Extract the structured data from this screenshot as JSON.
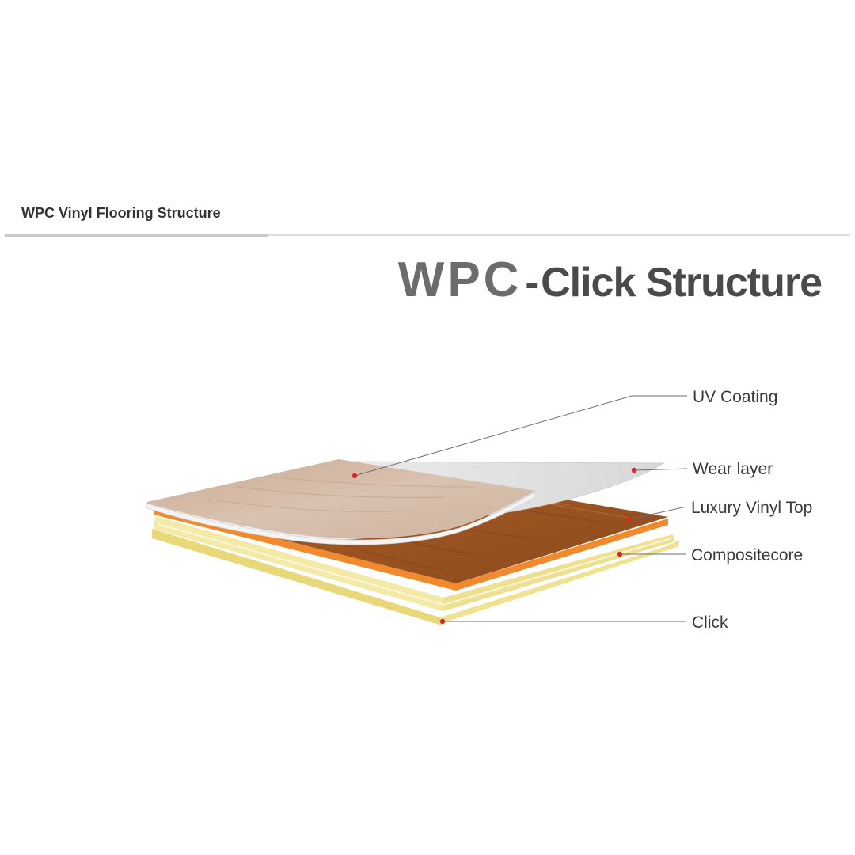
{
  "page": {
    "heading": "WPC Vinyl Flooring Structure"
  },
  "diagram": {
    "title_main": "WPC",
    "title_dash": "-",
    "title_rest": "Click Structure",
    "layers": [
      {
        "label": "UV Coating",
        "color": "#d4bba8"
      },
      {
        "label": "Wear layer",
        "color": "#e8e8e8"
      },
      {
        "label": "Luxury Vinyl Top",
        "color": "#a45a26"
      },
      {
        "label": "Compositecore",
        "color": "#f5e9a6"
      },
      {
        "label": "Click",
        "color": "#f2e48e"
      }
    ],
    "colors": {
      "marker": "#d9262e",
      "leader_line": "#6e6e6e",
      "orange_base": "#f08a2c"
    }
  }
}
